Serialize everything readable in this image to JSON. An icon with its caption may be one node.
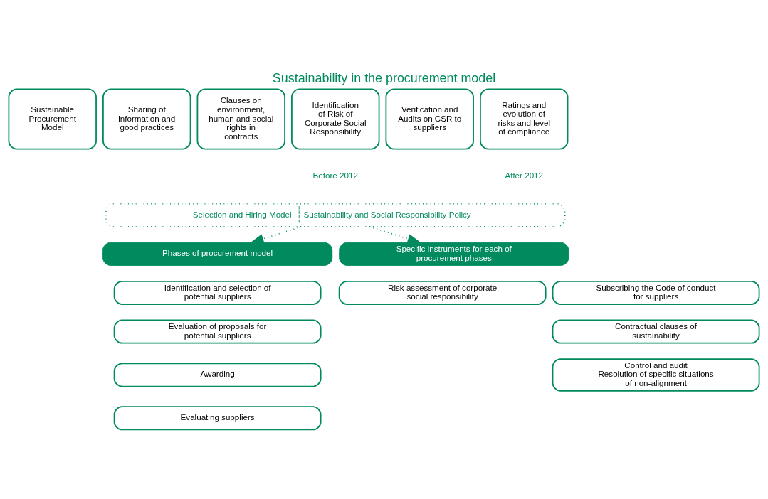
{
  "diagram": {
    "title": "Sustainability in the procurement model",
    "nodes": [
      {
        "text": [
          "Sustainable Procurement Model"
        ]
      },
      {
        "text": [
          "Sharing of information and good practices"
        ]
      },
      {
        "text": [
          "Clauses on environment, human and social rights in contracts"
        ]
      },
      {
        "text": [
          "Identification of Risk of Corporate Social Responsibility"
        ]
      },
      {
        "text": [
          "Verification and Audits on CSR to suppliers"
        ]
      },
      {
        "text": [
          "Ratings and evolution of risks and level of compliance"
        ]
      },
      {
        "text": [
          "Selection and Hiring Model",
          "Sustainability and Social Responsibility Policy"
        ]
      },
      {
        "text": [
          "Phases of procurement model"
        ]
      },
      {
        "text": [
          "Specific instruments for each of procurement phases"
        ]
      },
      {
        "text": [
          "Identification and selection of potential suppliers"
        ]
      },
      {
        "text": [
          "Evaluation of proposals for potential suppliers"
        ]
      },
      {
        "text": [
          "Awarding"
        ]
      },
      {
        "text": [
          "Evaluating suppliers"
        ]
      },
      {
        "text": [
          "Risk assessment of corporate social responsibility"
        ]
      },
      {
        "text": [
          "Subscribing the Code of conduct for suppliers"
        ]
      },
      {
        "text": [
          "Contractual clauses of sustainability"
        ]
      },
      {
        "text": [
          "Control and audit",
          "Resolution of specific situations of non-alignment"
        ]
      }
    ],
    "edges": [
      {
        "from": 6,
        "to": 7,
        "arrow": "to",
        "style": "dashed"
      },
      {
        "from": 6,
        "to": 8,
        "arrow": "to",
        "style": "dashed"
      }
    ],
    "labels": [
      "Before 2012",
      "After 2012"
    ]
  }
}
